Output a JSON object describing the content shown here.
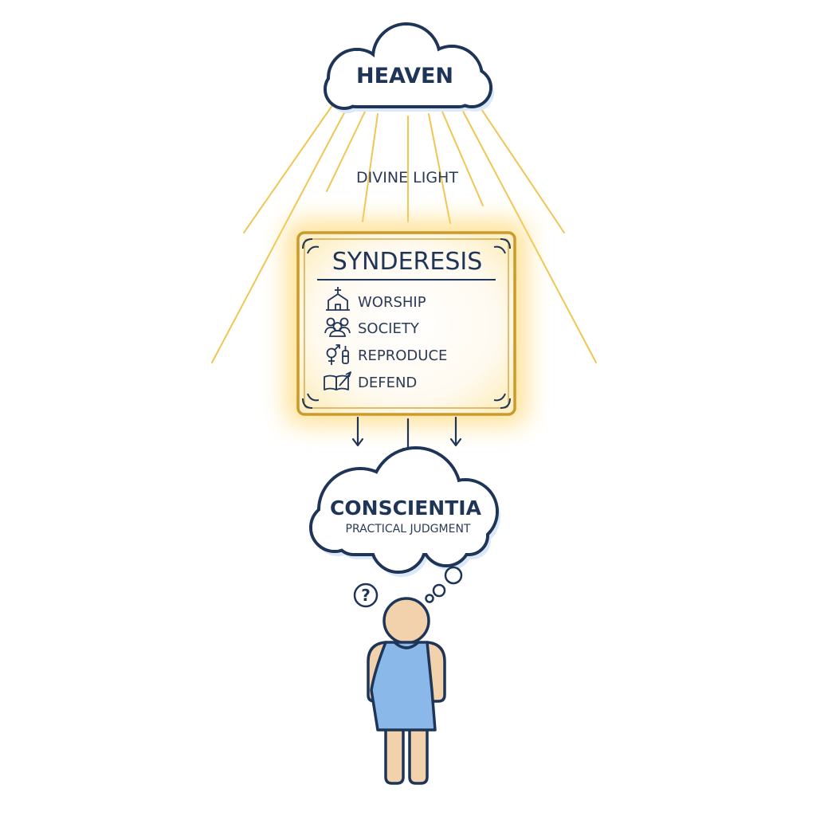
{
  "heaven": {
    "label": "HEAVEN"
  },
  "light": {
    "label": "DIVINE LIGHT"
  },
  "synderesis": {
    "title": "SYNDERESIS",
    "items": [
      {
        "label": "WORSHIP",
        "icon": "church-icon"
      },
      {
        "label": "SOCIETY",
        "icon": "people-group-icon"
      },
      {
        "label": "REPRODUCE",
        "icon": "gender-symbols-icon"
      },
      {
        "label": "DEFEND",
        "icon": "book-quill-icon"
      }
    ]
  },
  "conscientia": {
    "title": "CONSCIENTIA",
    "subtitle": "PRACTICAL JUDGMENT"
  },
  "thought": {
    "symbol": "?"
  },
  "colors": {
    "outline": "#1f3558",
    "ray": "#f0c653",
    "panel_border": "#c99a2e",
    "panel_fill": "#fff7df",
    "glow": "#ffd66b",
    "cloud_fill": "#ffffff",
    "cloud_shadow": "#dbe8f7",
    "person_skin": "#f2d2ad",
    "person_dress": "#8ab8e8"
  }
}
